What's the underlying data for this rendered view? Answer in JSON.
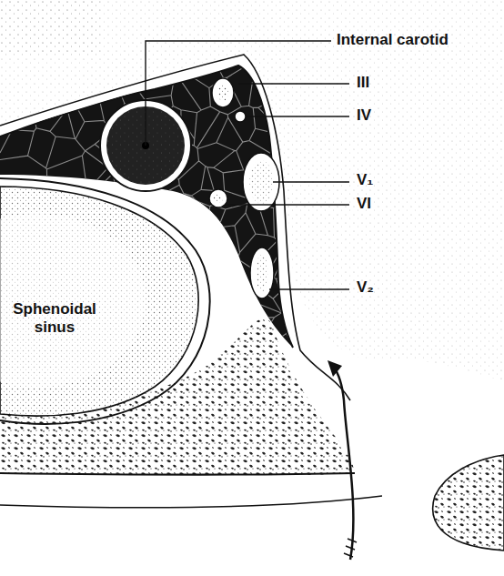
{
  "diagram": {
    "labels": [
      "Internal carotid",
      "III",
      "IV",
      "V₁",
      "VI",
      "V₂",
      "Sphenoidal sinus"
    ]
  }
}
